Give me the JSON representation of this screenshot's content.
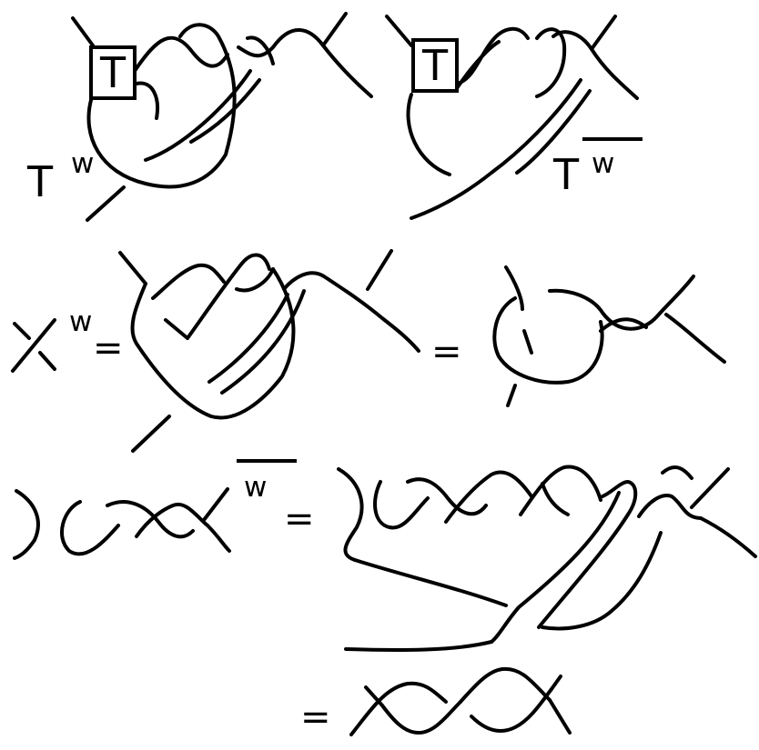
{
  "panels": {
    "t_w": {
      "box_label": "T",
      "base_label": "T",
      "superscript": "w"
    },
    "t_wbar": {
      "box_label": "T",
      "base_label": "T",
      "superscript": "w",
      "overline": true
    },
    "crossing_w": {
      "superscript": "w",
      "equals_1": "=",
      "equals_2": "="
    },
    "twist_wbar": {
      "superscript": "w",
      "overline": true,
      "equals_1": "=",
      "equals_2": "="
    }
  },
  "colors": {
    "stroke": "#000000",
    "background": "#ffffff"
  }
}
